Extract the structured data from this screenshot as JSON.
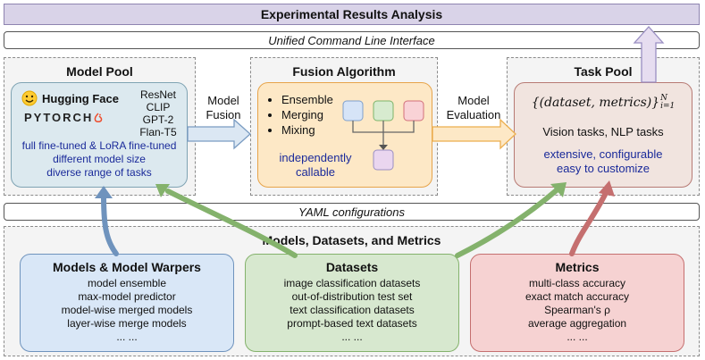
{
  "header": {
    "title": "Experimental Results Analysis"
  },
  "cli_bar": {
    "label": "Unified Command Line Interface"
  },
  "yaml_bar": {
    "label": "YAML configurations"
  },
  "model_pool": {
    "title": "Model Pool",
    "brand_hf": "Hugging Face",
    "brand_pt": "PYTORCH",
    "models": [
      "ResNet",
      "CLIP",
      "GPT-2",
      "Flan-T5"
    ],
    "features": [
      "full fine-tuned & LoRA fine-tuned",
      "different model size",
      "diverse range of tasks"
    ]
  },
  "fusion": {
    "title": "Fusion Algorithm",
    "items": [
      "Ensemble",
      "Merging",
      "Mixing"
    ],
    "note": [
      "independently",
      "callable"
    ]
  },
  "task_pool": {
    "title": "Task Pool",
    "formula_set": "{(dataset, metrics)}",
    "formula_sup": "N",
    "formula_sub": "i=1",
    "tasks": "Vision tasks, NLP tasks",
    "features": [
      "extensive, configurable",
      "easy to customize"
    ]
  },
  "arrows": {
    "model_fusion": [
      "Model",
      "Fusion"
    ],
    "model_evaluation": [
      "Model",
      "Evaluation"
    ]
  },
  "bottom": {
    "title": "Models, Datasets, and Metrics",
    "models": {
      "title": "Models & Model Warpers",
      "items": [
        "model ensemble",
        "max-model predictor",
        "model-wise merged models",
        "layer-wise merge models",
        "... ..."
      ]
    },
    "datasets": {
      "title": "Datasets",
      "items": [
        "image classification datasets",
        "out-of-distribution test set",
        "text classification datasets",
        "prompt-based text datasets",
        "... ..."
      ]
    },
    "metrics": {
      "title": "Metrics",
      "items": [
        "multi-class accuracy",
        "exact match accuracy",
        "Spearman's ρ",
        "average aggregation",
        "... ..."
      ]
    }
  },
  "colors": {
    "header_bg": "#d9d3e8",
    "blue_arrow": "#6f93bd",
    "green_arrow": "#84b26c",
    "red_arrow": "#c56f6f",
    "fusion_arrow": "#f0b95a",
    "navy_text": "#1a2a9a"
  }
}
